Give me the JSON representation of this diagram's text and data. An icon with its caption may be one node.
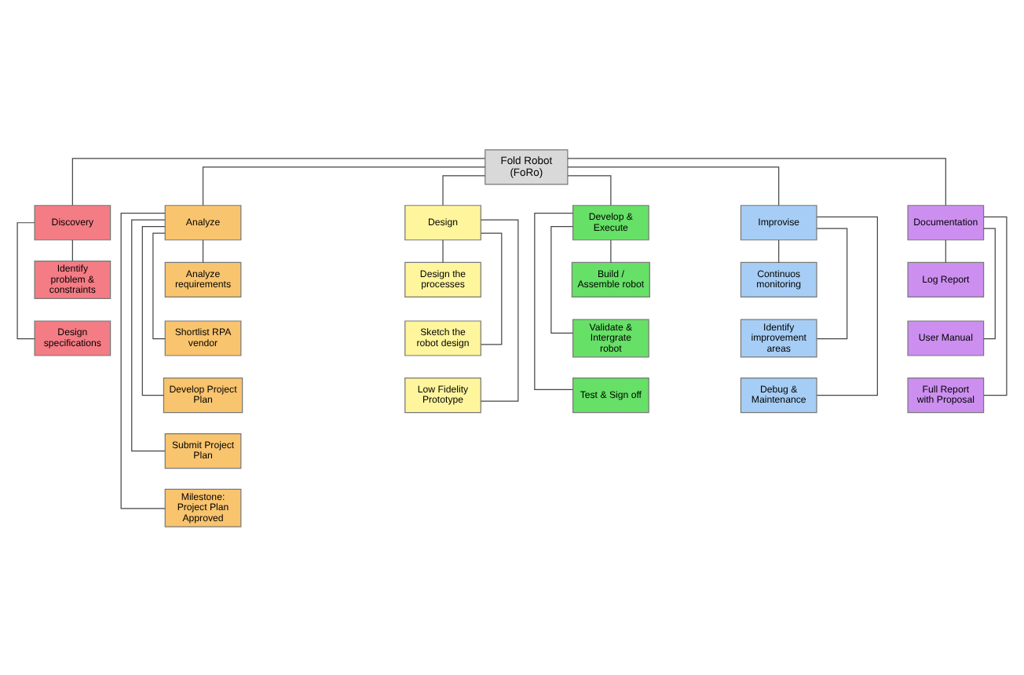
{
  "diagram": {
    "nodes": [
      {
        "text": [
          "Fold Robot (FoRo)"
        ]
      },
      {
        "text": [
          "Discovery"
        ]
      },
      {
        "text": [
          "Analyze"
        ]
      },
      {
        "text": [
          "Design"
        ]
      },
      {
        "text": [
          "Develop & Execute"
        ]
      },
      {
        "text": [
          "Improvise"
        ]
      },
      {
        "text": [
          "Documentation"
        ]
      },
      {
        "text": [
          "Identify problem & constraints"
        ]
      },
      {
        "text": [
          "Design specifications"
        ]
      },
      {
        "text": [
          "Analyze requirements"
        ]
      },
      {
        "text": [
          "Shortlist RPA vendor"
        ]
      },
      {
        "text": [
          "Develop Project Plan"
        ]
      },
      {
        "text": [
          "Submit Project Plan"
        ]
      },
      {
        "text": [
          "Milestone: Project Plan Approved"
        ]
      },
      {
        "text": [
          "Design the processes"
        ]
      },
      {
        "text": [
          "Sketch the robot design"
        ]
      },
      {
        "text": [
          "Low Fidelity Prototype"
        ]
      },
      {
        "text": [
          "Build / Assemble robot"
        ]
      },
      {
        "text": [
          "Validate & Intergrate robot"
        ]
      },
      {
        "text": [
          "Test & Sign off"
        ]
      },
      {
        "text": [
          "Continuos monitoring"
        ]
      },
      {
        "text": [
          "Identify improvement areas"
        ]
      },
      {
        "text": [
          "Debug & Maintenance"
        ]
      },
      {
        "text": [
          "Log Report"
        ]
      },
      {
        "text": [
          "User Manual"
        ]
      },
      {
        "text": [
          "Full Report with Proposal"
        ]
      }
    ],
    "edges": [
      {
        "from": 0,
        "to": 1,
        "arrow": "none"
      },
      {
        "from": 0,
        "to": 2,
        "arrow": "none"
      },
      {
        "from": 0,
        "to": 3,
        "arrow": "none"
      },
      {
        "from": 0,
        "to": 4,
        "arrow": "none"
      },
      {
        "from": 0,
        "to": 5,
        "arrow": "none"
      },
      {
        "from": 0,
        "to": 6,
        "arrow": "none"
      },
      {
        "from": 1,
        "to": 7,
        "arrow": "none"
      },
      {
        "from": 1,
        "to": 8,
        "arrow": "none"
      },
      {
        "from": 2,
        "to": 9,
        "arrow": "none"
      },
      {
        "from": 2,
        "to": 10,
        "arrow": "none"
      },
      {
        "from": 2,
        "to": 11,
        "arrow": "none"
      },
      {
        "from": 2,
        "to": 12,
        "arrow": "none"
      },
      {
        "from": 2,
        "to": 13,
        "arrow": "none"
      },
      {
        "from": 3,
        "to": 14,
        "arrow": "none"
      },
      {
        "from": 3,
        "to": 15,
        "arrow": "none"
      },
      {
        "from": 3,
        "to": 16,
        "arrow": "none"
      },
      {
        "from": 4,
        "to": 17,
        "arrow": "none"
      },
      {
        "from": 4,
        "to": 18,
        "arrow": "none"
      },
      {
        "from": 4,
        "to": 19,
        "arrow": "none"
      },
      {
        "from": 5,
        "to": 20,
        "arrow": "none"
      },
      {
        "from": 5,
        "to": 21,
        "arrow": "none"
      },
      {
        "from": 5,
        "to": 22,
        "arrow": "none"
      },
      {
        "from": 6,
        "to": 23,
        "arrow": "none"
      },
      {
        "from": 6,
        "to": 24,
        "arrow": "none"
      },
      {
        "from": 6,
        "to": 25,
        "arrow": "none"
      }
    ]
  }
}
